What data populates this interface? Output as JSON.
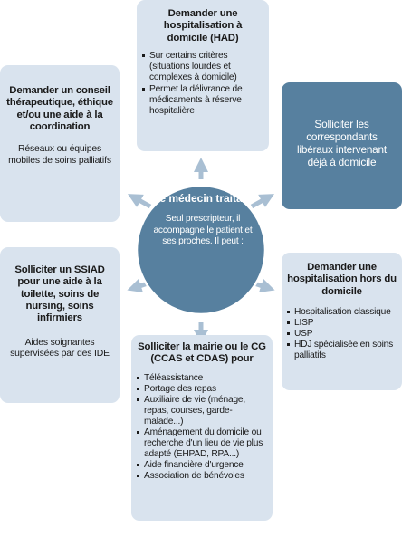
{
  "center": {
    "title": "Le médecin traitant",
    "desc": "Seul prescripteur, il accompagne le patient et ses proches. Il peut :"
  },
  "top": {
    "title": "Demander une hospitalisation à domicile (HAD)",
    "items": [
      "Sur certains critères (situations lourdes et complexes à domicile)",
      "Permet la délivrance de médicaments à réserve hospitalière"
    ]
  },
  "left_top": {
    "title": "Demander un conseil thérapeutique, éthique et/ou une aide à la coordination",
    "note": "Réseaux ou équipes mobiles de soins palliatifs"
  },
  "right_top": {
    "text": "Solliciter les correspondants libéraux intervenant déjà à domicile"
  },
  "left_bottom": {
    "title": "Solliciter un SSIAD pour une aide à la toilette, soins de nursing, soins infirmiers",
    "note": "Aides soignantes supervisées par des IDE"
  },
  "right_bottom": {
    "title": "Demander une hospitalisation hors du domicile",
    "items": [
      "Hospitalisation classique",
      "LISP",
      "USP",
      "HDJ spécialisée en soins palliatifs"
    ]
  },
  "bottom": {
    "title": "Solliciter la mairie ou le CG (CCAS et CDAS) pour",
    "items": [
      "Téléassistance",
      "Portage des repas",
      "Auxiliaire de vie (ménage, repas, courses, garde-malade...)",
      "Aménagement du domicile ou recherche d'un lieu de vie plus adapté (EHPAD, RPA...)",
      "Aide financière d'urgence",
      "Association de bénévoles"
    ]
  },
  "colors": {
    "box_light": "#d9e3ee",
    "box_dark": "#57809f",
    "center_circle": "#57809f",
    "arrow": "#a9bfd3"
  }
}
